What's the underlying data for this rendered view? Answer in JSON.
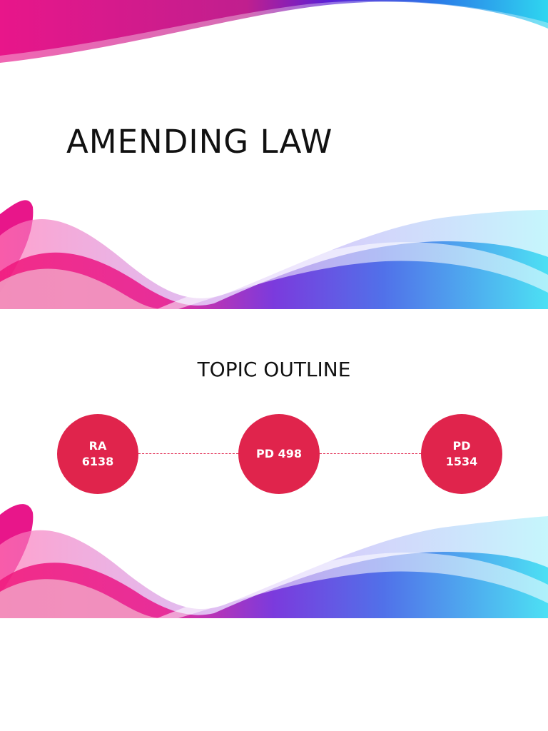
{
  "slides": [
    {
      "title": "AMENDING LAW"
    },
    {
      "title": "TOPIC OUTLINE",
      "outline": [
        {
          "label": "RA\n6138"
        },
        {
          "label": "PD 498"
        },
        {
          "label": "PD\n1534"
        }
      ]
    }
  ],
  "colors": {
    "accent": "#e0244c",
    "wave_magenta": "#e8168a",
    "wave_purple": "#5a1fd6",
    "wave_cyan": "#2fd6f0"
  }
}
